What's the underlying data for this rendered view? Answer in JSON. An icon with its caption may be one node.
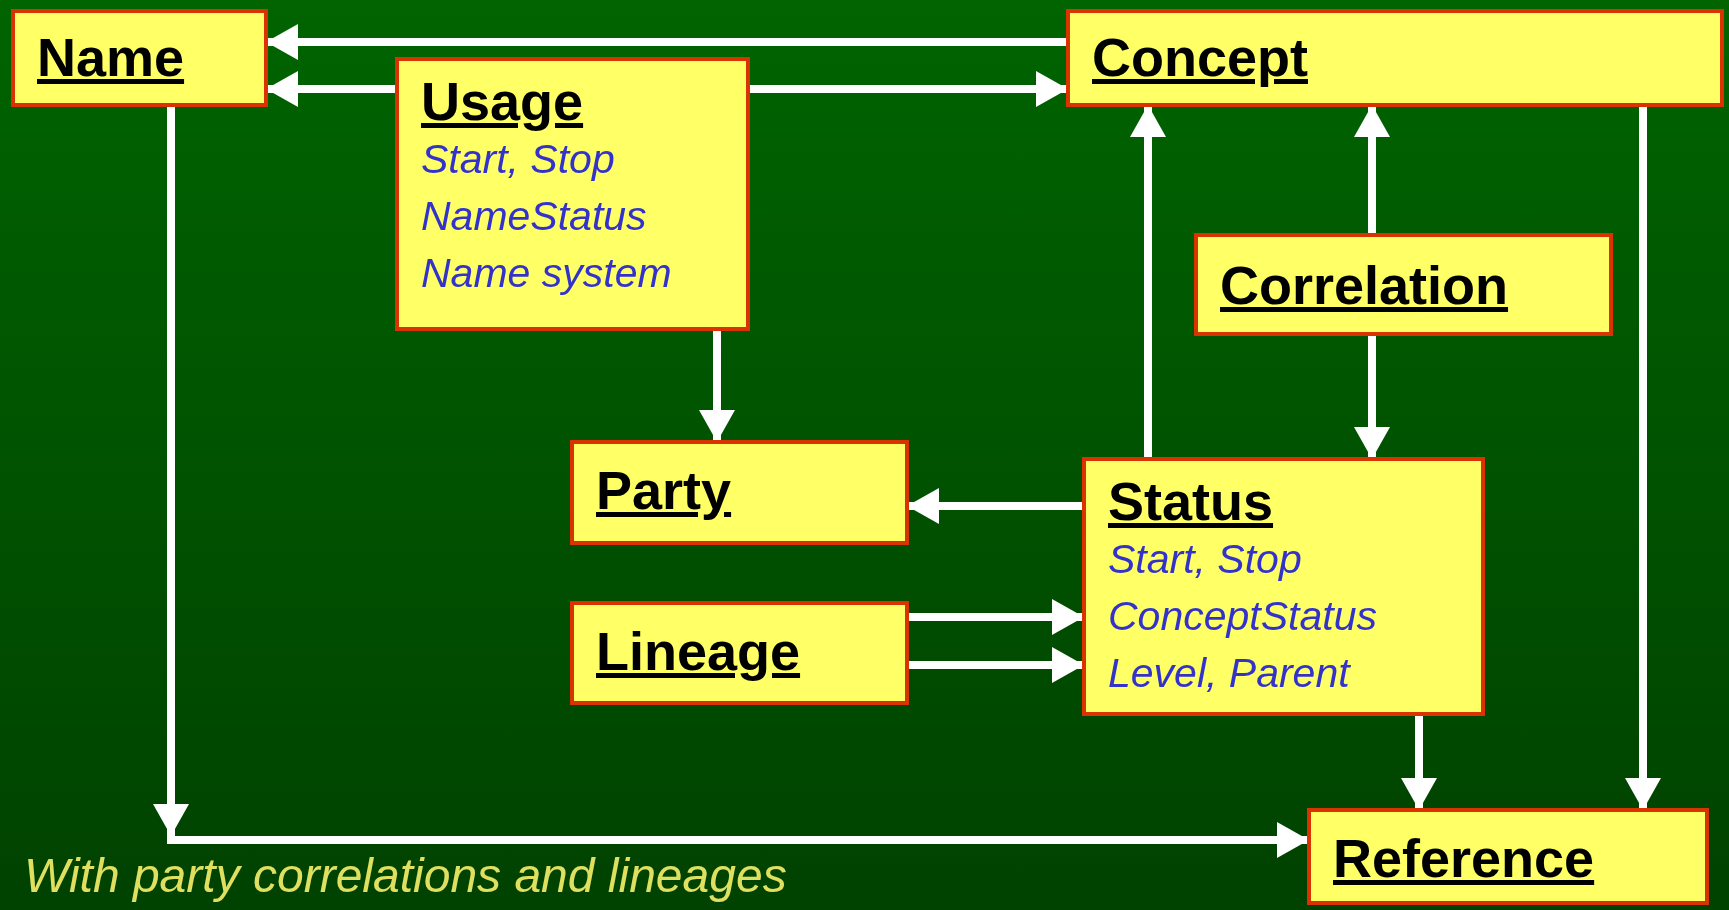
{
  "diagram": {
    "caption": "With party correlations and lineages",
    "nodes": [
      {
        "text": [
          "Name"
        ]
      },
      {
        "text": [
          "Concept"
        ]
      },
      {
        "text": [
          "Usage",
          "Start, Stop",
          "NameStatus",
          "Name system"
        ]
      },
      {
        "text": [
          "Correlation"
        ]
      },
      {
        "text": [
          "Party"
        ]
      },
      {
        "text": [
          "Status",
          "Start, Stop",
          "ConceptStatus",
          "Level, Parent"
        ]
      },
      {
        "text": [
          "Lineage"
        ]
      },
      {
        "text": [
          "Reference"
        ]
      }
    ],
    "edges": [
      {
        "from": 1,
        "to": 0,
        "arrow": "to"
      },
      {
        "from": 2,
        "to": 0,
        "arrow": "to"
      },
      {
        "from": 2,
        "to": 1,
        "arrow": "to"
      },
      {
        "from": 2,
        "to": 4,
        "arrow": "to"
      },
      {
        "from": 5,
        "to": 1,
        "arrow": "to"
      },
      {
        "from": 3,
        "to": 1,
        "arrow": "to"
      },
      {
        "from": 3,
        "to": 5,
        "arrow": "to"
      },
      {
        "from": 5,
        "to": 4,
        "arrow": "to"
      },
      {
        "from": 6,
        "to": 5,
        "arrow": "to"
      },
      {
        "from": 6,
        "to": 5,
        "arrow": "to"
      },
      {
        "from": 5,
        "to": 7,
        "arrow": "to"
      },
      {
        "from": 1,
        "to": 7,
        "arrow": "to"
      },
      {
        "from": 0,
        "to": 7,
        "arrow": "to"
      }
    ]
  }
}
